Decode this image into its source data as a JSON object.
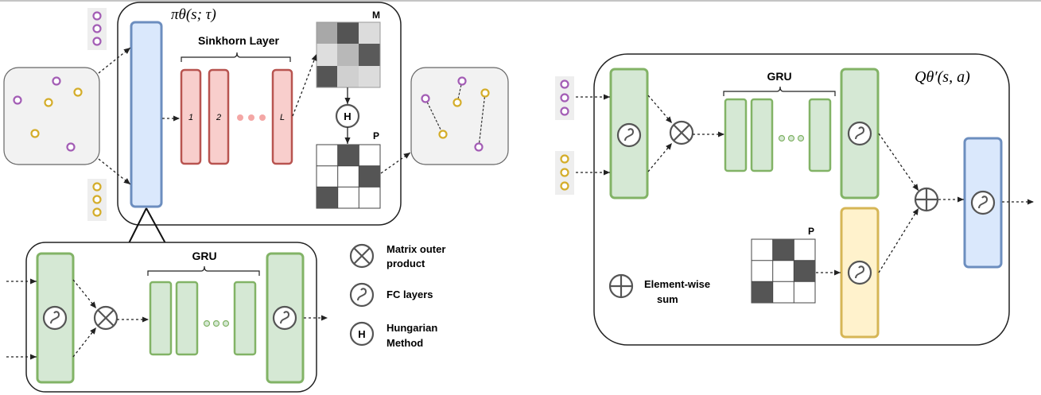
{
  "policy": {
    "title": "πθ(s; τ)",
    "sinkhorn_label": "Sinkhorn Layer",
    "layer_labels": [
      "1",
      "2",
      "L"
    ],
    "matrix_m_label": "M",
    "matrix_p_label": "P",
    "hungarian_symbol": "H"
  },
  "encoder": {
    "gru_label": "GRU"
  },
  "critic": {
    "title": "Qθ′(s, a)",
    "gru_label": "GRU",
    "matrix_p_label": "P",
    "element_sum_label_1": "Element-wise",
    "element_sum_label_2": "sum"
  },
  "legend": {
    "outer_product_1": "Matrix outer",
    "outer_product_2": "product",
    "fc_layers": "FC layers",
    "hungarian_1": "Hungarian",
    "hungarian_2": "Method",
    "hungarian_symbol": "H"
  },
  "colors": {
    "purple_node": "#a35db5",
    "yellow_node": "#d4ad2a",
    "blue_fill": "#dae8fc",
    "blue_stroke": "#6c8ebf",
    "red_fill": "#f8cecc",
    "red_stroke": "#b85450",
    "green_fill": "#d5e8d4",
    "green_stroke": "#82b366",
    "yellow_fill": "#fff2cc",
    "yellow_stroke": "#d6b656"
  }
}
